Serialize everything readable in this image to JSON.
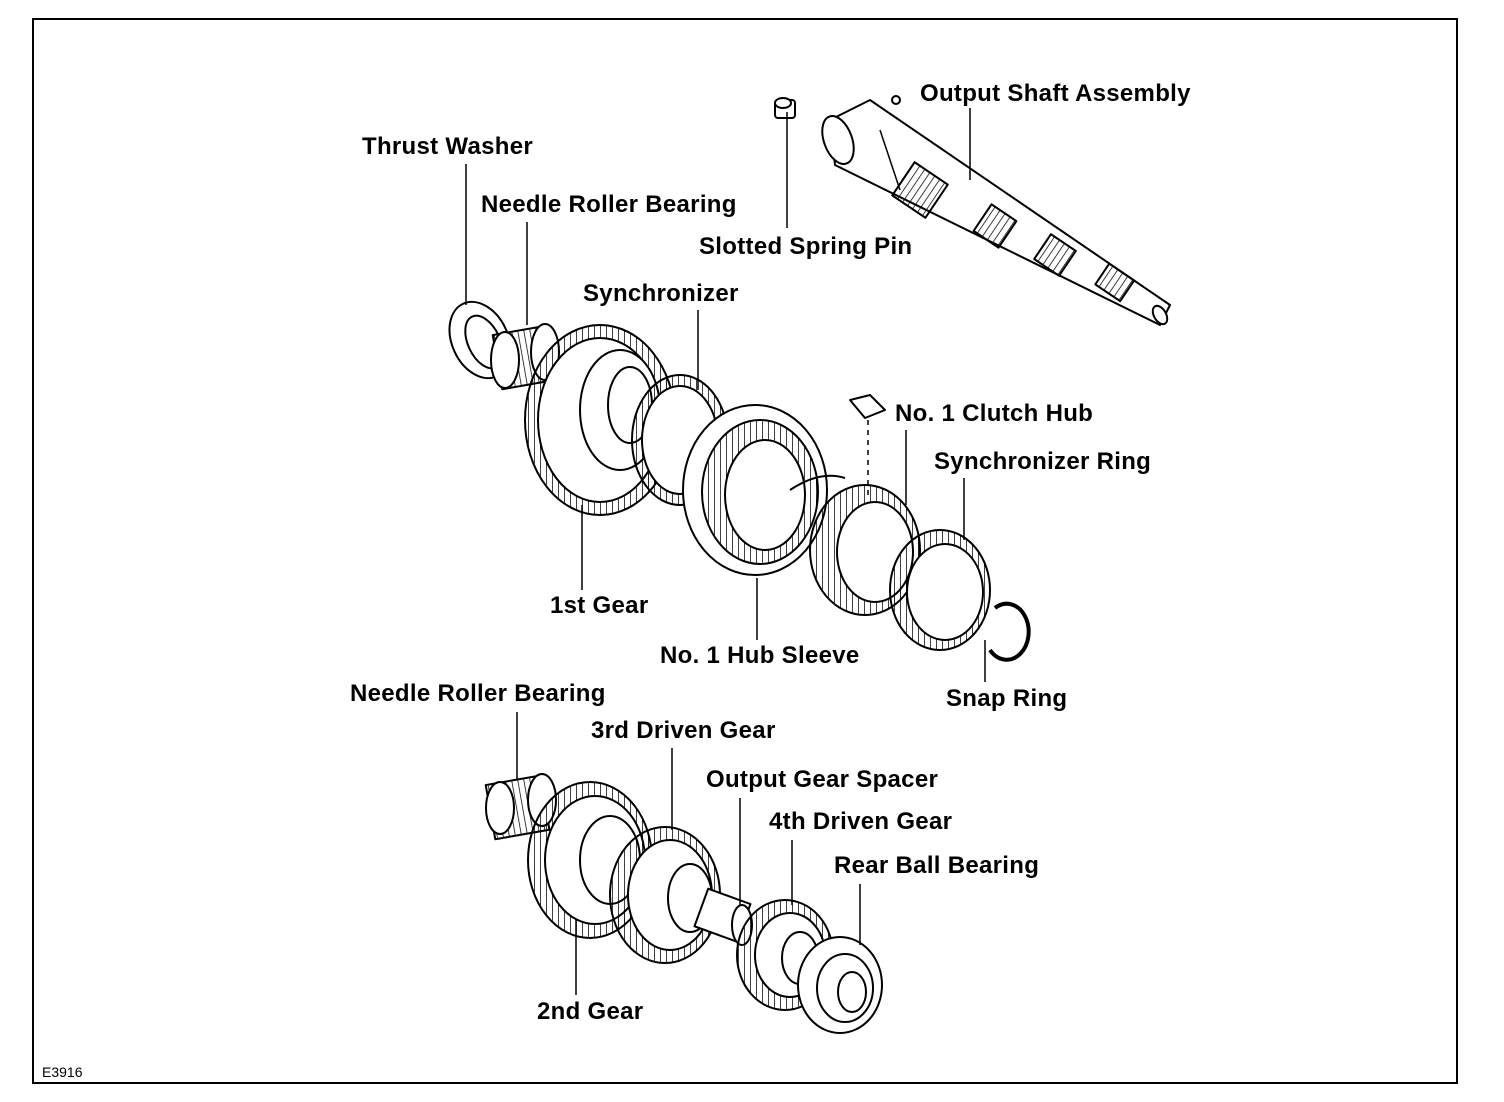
{
  "diagram": {
    "figure_code": "E3916",
    "labels": {
      "output_shaft_assembly": "Output Shaft Assembly",
      "thrust_washer": "Thrust Washer",
      "needle_roller_bearing_top": "Needle Roller Bearing",
      "slotted_spring_pin": "Slotted Spring Pin",
      "synchronizer": "Synchronizer",
      "no1_clutch_hub": "No. 1 Clutch Hub",
      "synchronizer_ring": "Synchronizer Ring",
      "first_gear": "1st Gear",
      "no1_hub_sleeve": "No. 1 Hub Sleeve",
      "snap_ring": "Snap Ring",
      "needle_roller_bearing_bottom": "Needle Roller Bearing",
      "third_driven_gear": "3rd Driven Gear",
      "output_gear_spacer": "Output Gear Spacer",
      "fourth_driven_gear": "4th Driven Gear",
      "rear_ball_bearing": "Rear Ball Bearing",
      "second_gear": "2nd Gear"
    }
  }
}
